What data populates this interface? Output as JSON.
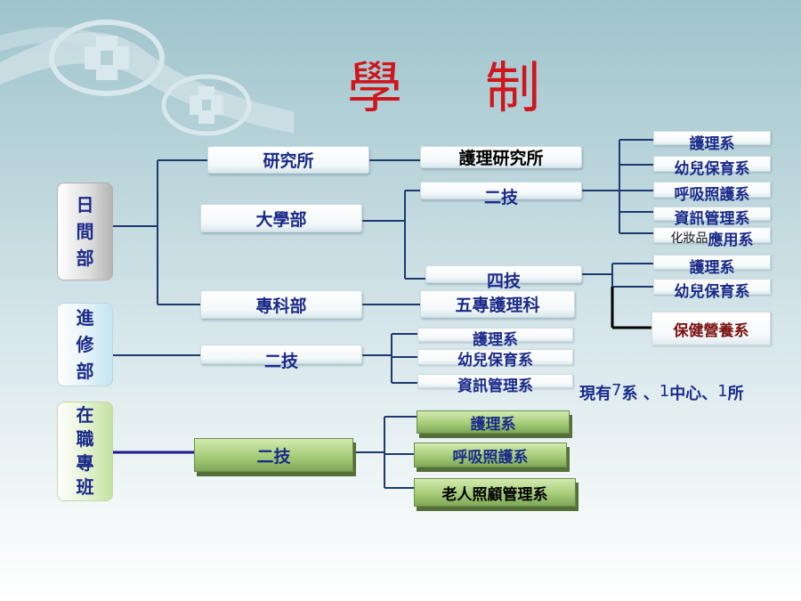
{
  "title": {
    "char1": "學",
    "char2": "制"
  },
  "divisions": {
    "day": {
      "chars": [
        "日",
        "間",
        "部"
      ]
    },
    "advanced": {
      "chars": [
        "進",
        "修",
        "部"
      ]
    },
    "inservice": {
      "chars": [
        "在",
        "職",
        "專",
        "班"
      ]
    }
  },
  "day": {
    "research": "研究所",
    "university": "大學部",
    "junior": "專科部",
    "nursing_institute": "護理研究所",
    "two_year": "二技",
    "four_year": "四技",
    "five_year": "五專護理科",
    "two_year_depts": [
      "護理系",
      "幼兒保育系",
      "呼吸照護系",
      "資訊管理系"
    ],
    "cosmetics": {
      "prefix": "化妝品",
      "suffix": "應用系"
    },
    "four_year_depts": [
      "護理系",
      "幼兒保育系",
      "保健營養系"
    ]
  },
  "advanced": {
    "two_year": "二技",
    "depts": [
      "護理系",
      "幼兒保育系",
      "資訊管理系"
    ]
  },
  "inservice": {
    "two_year": "二技",
    "depts": [
      "護理系",
      "呼吸照護系",
      "老人照顧管理系"
    ]
  },
  "note": {
    "a": "現有",
    "b": "7",
    "c": "系 、",
    "d": "1",
    "e": "中心、",
    "f": "1",
    "g": "所"
  },
  "colors": {
    "title": "#d0151d",
    "text": "#1a2a8a",
    "line": "#1c3a6e"
  }
}
